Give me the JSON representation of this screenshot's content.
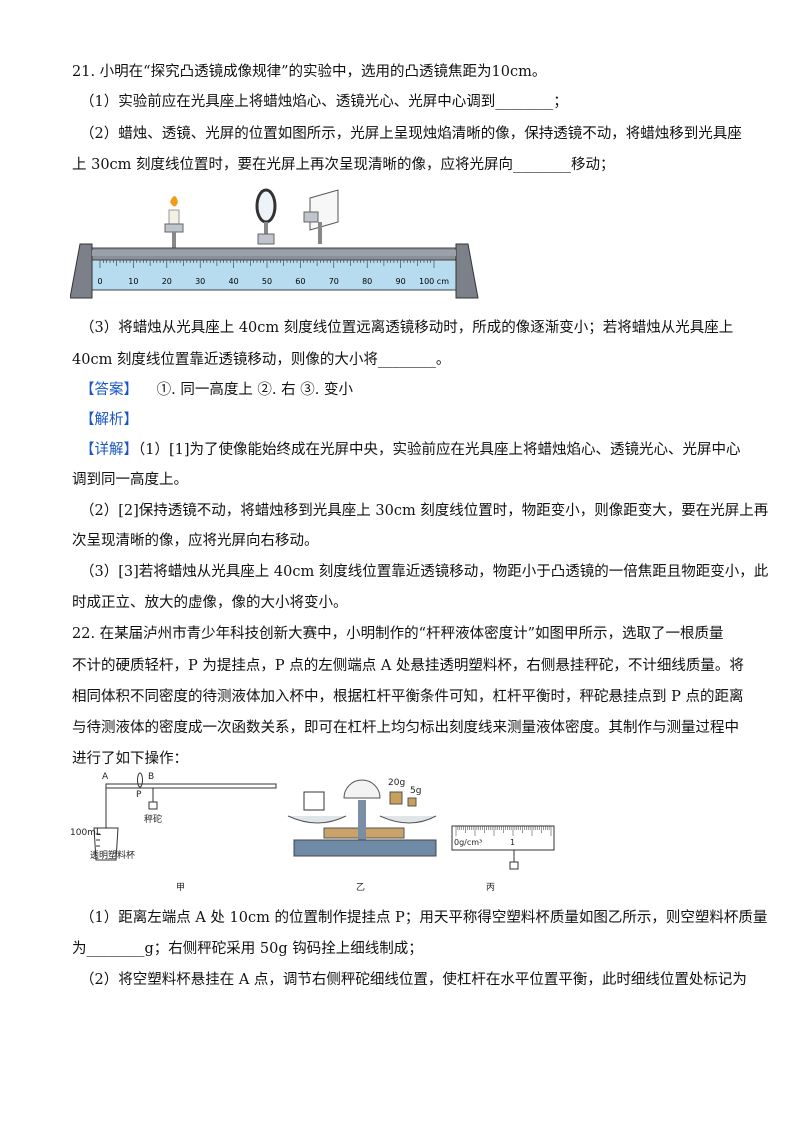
{
  "q21": {
    "stem": "21. 小明在“探究凸透镜成像规律”的实验中，选用的凸透镜焦距为10cm。",
    "p1": "（1）实验前应在光具座上将蜡烛焰心、透镜光心、光屏中心调到________；",
    "p2a": "（2）蜡烛、透镜、光屏的位置如图所示，光屏上呈现烛焰清晰的像，保持透镜不动，将蜡烛移到光具座",
    "p2b": "上 30cm 刻度线位置时，要在光屏上再次呈现清晰的像，应将光屏向________移动；",
    "scale_labels": [
      "0",
      "10",
      "20",
      "30",
      "40",
      "50",
      "60",
      "70",
      "80",
      "90",
      "100 cm"
    ],
    "p3a": "（3）将蜡烛从光具座上 40cm 刻度线位置远离透镜移动时，所成的像逐渐变小；若将蜡烛从光具座上",
    "p3b": "40cm 刻度线位置靠近透镜移动，则像的大小将________。",
    "answer_label": "【答案】",
    "answer_text": "①. 同一高度上     ②. 右     ③. 变小",
    "analysis_label": "【解析】",
    "detail_label": "【详解】",
    "d1a": "（1）[1]为了使像能始终成在光屏中央，实验前应在光具座上将蜡烛焰心、透镜光心、光屏中心",
    "d1b": "调到同一高度上。",
    "d2a": "（2）[2]保持透镜不动，将蜡烛移到光具座上 30cm 刻度线位置时，物距变小，则像距变大，要在光屏上再",
    "d2b": "次呈现清晰的像，应将光屏向右移动。",
    "d3a": "（3）[3]若将蜡烛从光具座上 40cm 刻度线位置靠近透镜移动，物距小于凸透镜的一倍焦距且物距变小，此",
    "d3b": "时成正立、放大的虚像，像的大小将变小。"
  },
  "q22": {
    "l1": "22. 在某届泸州市青少年科技创新大赛中，小明制作的“杆秤液体密度计”如图甲所示，选取了一根质量",
    "l2": "不计的硬质轻杆，P 为提挂点，P 点的左侧端点 A 处悬挂透明塑料杯，右侧悬挂秤砣，不计细线质量。将",
    "l3": "相同体积不同密度的待测液体加入杯中，根据杠杆平衡条件可知，杠杆平衡时，秤砣悬挂点到 P 点的距离",
    "l4": "与待测液体的密度成一次函数关系，即可在杠杆上均匀标出刻度线来测量液体密度。其制作与测量过程中",
    "l5": "进行了如下操作：",
    "fig_jia": {
      "A": "A",
      "B": "B",
      "P": "P",
      "cup_vol": "100mL",
      "cup_name": "透明塑料杯",
      "weight": "秤砣",
      "caption": "甲"
    },
    "fig_yi": {
      "m20": "20g",
      "m5": "5g",
      "caption": "乙"
    },
    "fig_bing": {
      "zero": "0g/cm³",
      "one": "1",
      "caption": "丙"
    },
    "q1a": "（1）距离左端点 A 处 10cm 的位置制作提挂点 P；用天平称得空塑料杯质量如图乙所示，则空塑料杯质量",
    "q1b": "为________g；右侧秤砣采用 50g 钩码拴上细线制成；",
    "q2": "（2）将空塑料杯悬挂在 A 点，调节右侧秤砣细线位置，使杠杆在水平位置平衡，此时细线位置处标记为"
  }
}
